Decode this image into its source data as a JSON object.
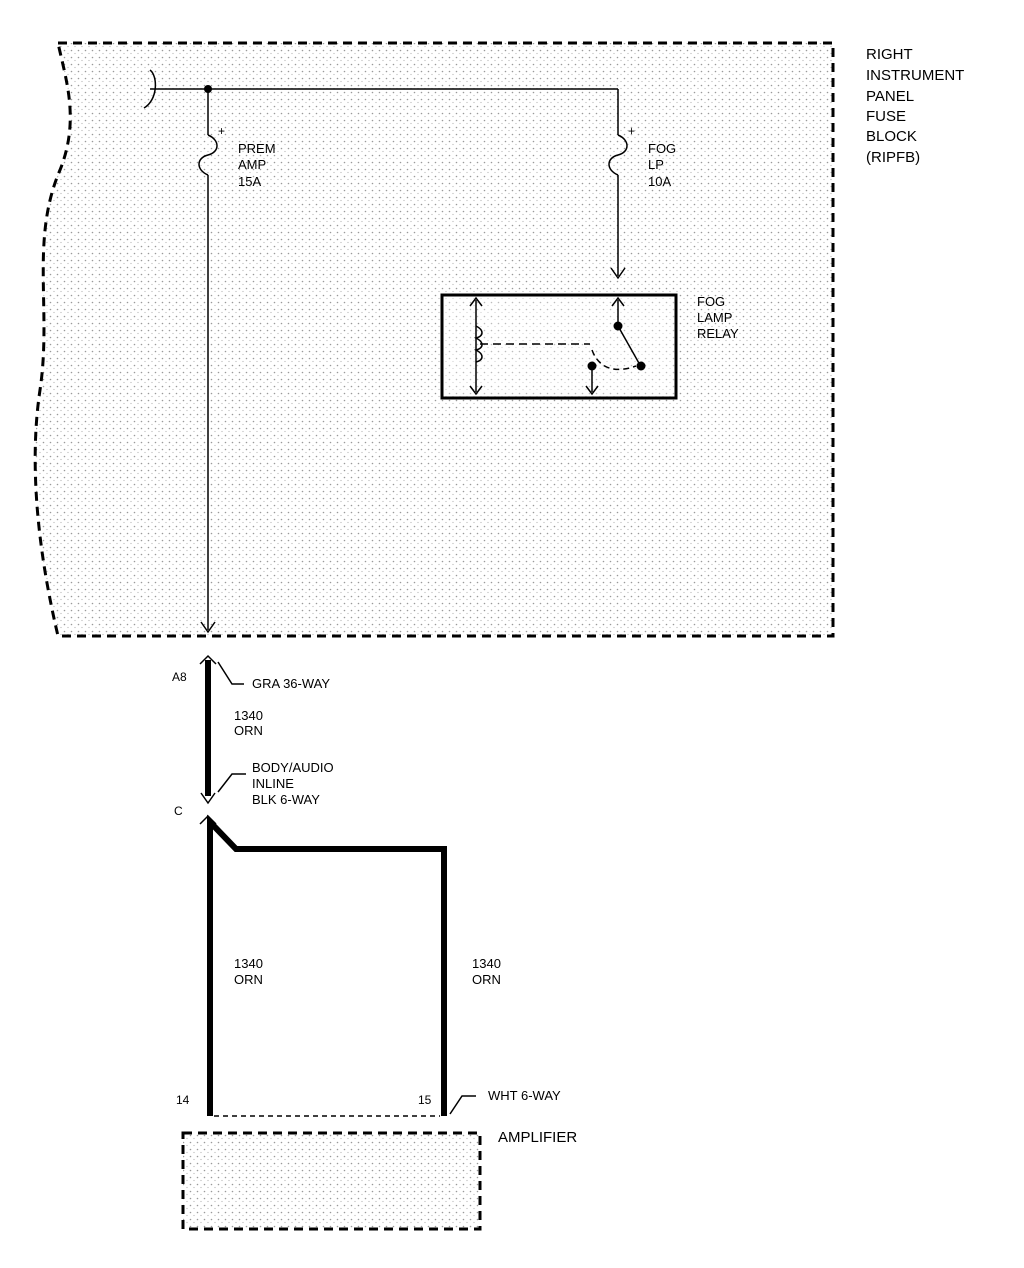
{
  "fuse_block": {
    "name_lines": [
      "RIGHT",
      "INSTRUMENT",
      "PANEL",
      "FUSE",
      "BLOCK",
      "(RIPFB)"
    ]
  },
  "fuses": {
    "prem_amp": {
      "line1": "PREM",
      "line2": "AMP",
      "rating": "15A",
      "polarity": "+"
    },
    "fog_lp": {
      "line1": "FOG",
      "line2": "LP",
      "rating": "10A",
      "polarity": "+"
    }
  },
  "relay": {
    "name_lines": [
      "FOG",
      "LAMP",
      "RELAY"
    ]
  },
  "connectors": {
    "gra_36": {
      "pin": "A8",
      "name": "GRA 36-WAY"
    },
    "body_audio": {
      "pin": "C",
      "name_lines": [
        "BODY/AUDIO",
        "INLINE",
        "BLK 6-WAY"
      ]
    },
    "wht_6": {
      "pin_left": "14",
      "pin_right": "15",
      "name": "WHT 6-WAY"
    }
  },
  "wires": {
    "upper": {
      "circuit": "1340",
      "color": "ORN"
    },
    "lower_left": {
      "circuit": "1340",
      "color": "ORN"
    },
    "lower_right": {
      "circuit": "1340",
      "color": "ORN"
    }
  },
  "amplifier": {
    "name": "AMPLIFIER"
  }
}
